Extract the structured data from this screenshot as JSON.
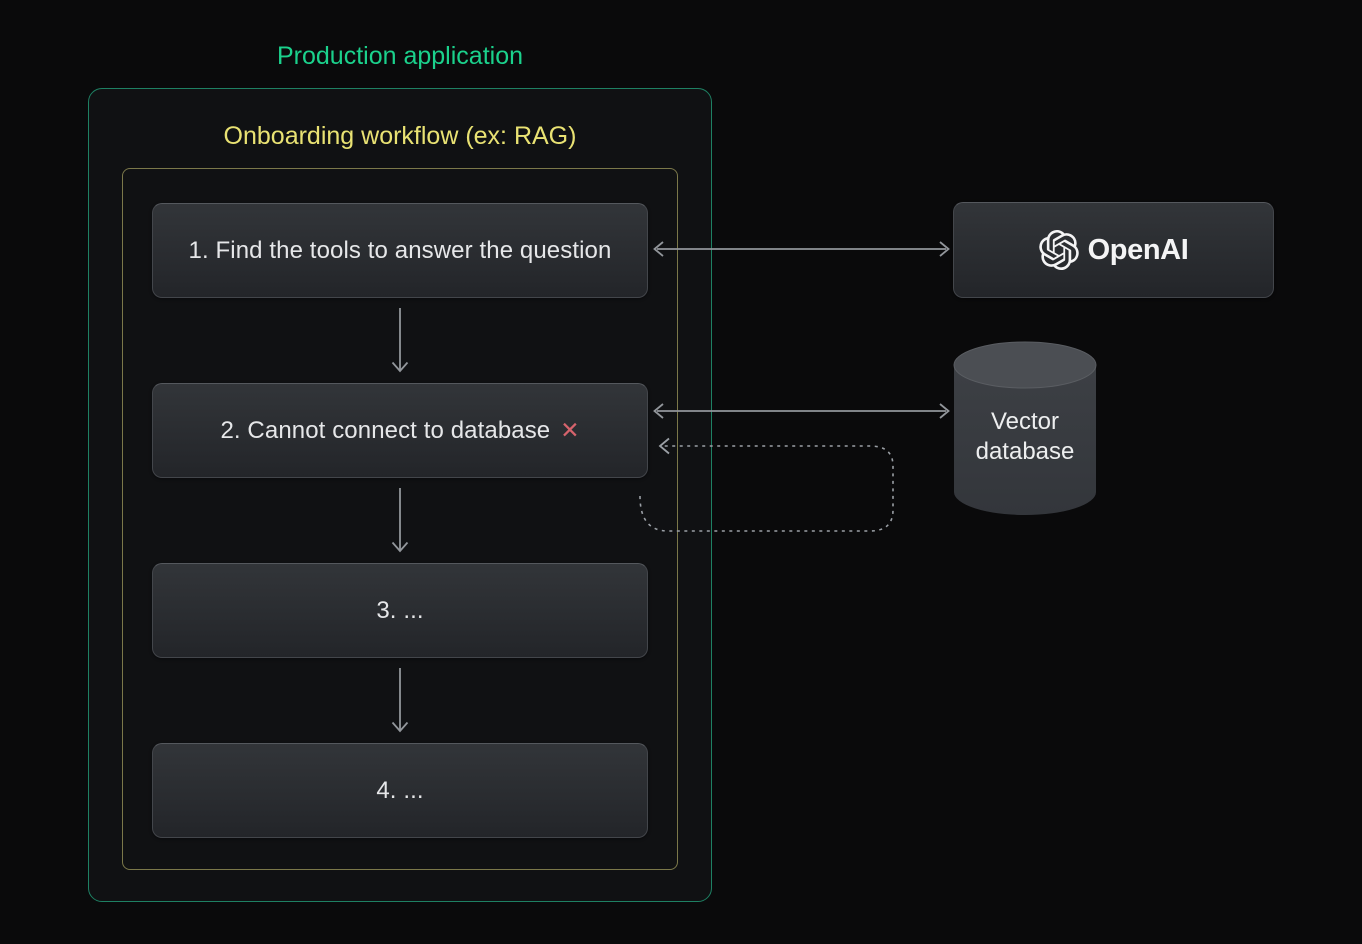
{
  "header": {
    "production_label": "Production application",
    "workflow_label": "Onboarding workflow (ex: RAG)"
  },
  "steps": [
    {
      "label": "1. Find the tools to answer the question"
    },
    {
      "label": "2. Cannot connect to database",
      "error_mark": "✕"
    },
    {
      "label": "3. ..."
    },
    {
      "label": "4. ..."
    }
  ],
  "external": {
    "openai_label": "OpenAI",
    "openai_icon": "openai-logo-icon",
    "vector_db_label": "Vector database",
    "vector_db_icon": "database-cylinder-icon"
  },
  "connections": [
    {
      "from": "step-1",
      "to": "openai",
      "style": "solid-double-arrow"
    },
    {
      "from": "step-1",
      "to": "step-2",
      "style": "solid-down-arrow"
    },
    {
      "from": "step-2",
      "to": "vector-database",
      "style": "solid-double-arrow"
    },
    {
      "from": "step-2",
      "to": "step-2",
      "style": "dashed-retry-loop-arrow"
    },
    {
      "from": "step-2",
      "to": "step-3",
      "style": "solid-down-arrow"
    },
    {
      "from": "step-3",
      "to": "step-4",
      "style": "solid-down-arrow"
    }
  ],
  "colors": {
    "production_green": "#1bd18c",
    "workflow_yellow": "#e9e273",
    "outer_border_green": "#1e8063",
    "inner_border_yellow": "#7b784a",
    "arrow_gray": "#92969b",
    "error_red": "#d5636c",
    "box_fill_top": "#323539",
    "box_fill_bottom": "#232529",
    "background": "#0a0a0b"
  }
}
